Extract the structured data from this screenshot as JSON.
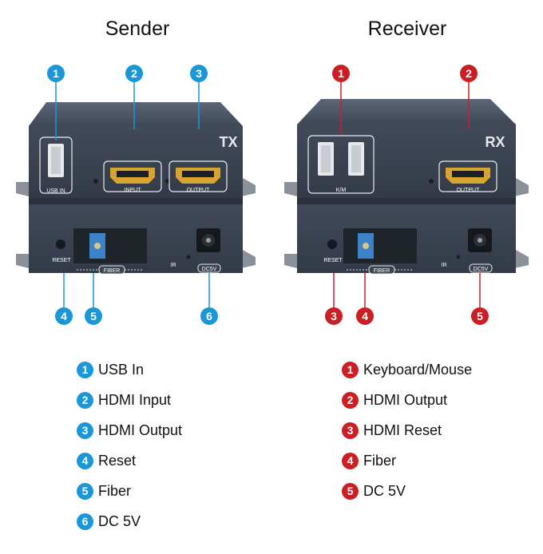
{
  "sender": {
    "title": "Sender",
    "panel_text": "TX",
    "port_labels": {
      "usb": "USB IN",
      "input": "INPUT",
      "output": "OUTPUT",
      "reset": "RESET",
      "fiber": "FIBER",
      "ir": "IR",
      "dc": "DC5V"
    },
    "legend": [
      {
        "num": "1",
        "label": "USB In"
      },
      {
        "num": "2",
        "label": "HDMI Input"
      },
      {
        "num": "3",
        "label": "HDMI Output"
      },
      {
        "num": "4",
        "label": "Reset"
      },
      {
        "num": "5",
        "label": "Fiber"
      },
      {
        "num": "6",
        "label": "DC 5V"
      }
    ]
  },
  "receiver": {
    "title": "Receiver",
    "panel_text": "RX",
    "port_labels": {
      "km": "K/M",
      "output": "OUTPUT",
      "reset": "RESET",
      "fiber": "FIBER",
      "ir": "IR",
      "dc": "DC5V"
    },
    "legend": [
      {
        "num": "1",
        "label": "Keyboard/Mouse"
      },
      {
        "num": "2",
        "label": "HDMI Output"
      },
      {
        "num": "3",
        "label": "HDMI Reset"
      },
      {
        "num": "4",
        "label": "Fiber"
      },
      {
        "num": "5",
        "label": "DC 5V"
      }
    ]
  },
  "colors": {
    "sender_accent": "#1a97d8",
    "receiver_accent": "#cc1f25",
    "device_body": "#3b4250"
  }
}
